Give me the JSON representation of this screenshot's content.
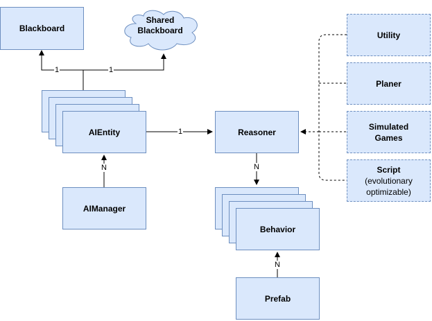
{
  "nodes": {
    "blackboard": "Blackboard",
    "shared_blackboard_line1": "Shared",
    "shared_blackboard_line2": "Blackboard",
    "aientity": "AIEntity",
    "aimanager": "AIManager",
    "reasoner": "Reasoner",
    "behavior": "Behavior",
    "prefab": "Prefab",
    "utility": "Utility",
    "planer": "Planer",
    "simulated_games_line1": "Simulated",
    "simulated_games_line2": "Games",
    "script_line1": "Script",
    "script_line2": "(evolutionary",
    "script_line3": "optimizable)"
  },
  "edge_labels": {
    "entity_to_blackboard": "1",
    "entity_to_shared": "1",
    "entity_to_reasoner": "1",
    "manager_to_entity": "N",
    "reasoner_to_behavior": "N",
    "prefab_to_behavior": "N"
  },
  "colors": {
    "fill": "#dae8fc",
    "stroke": "#6c8ebf",
    "edge": "#000000"
  }
}
